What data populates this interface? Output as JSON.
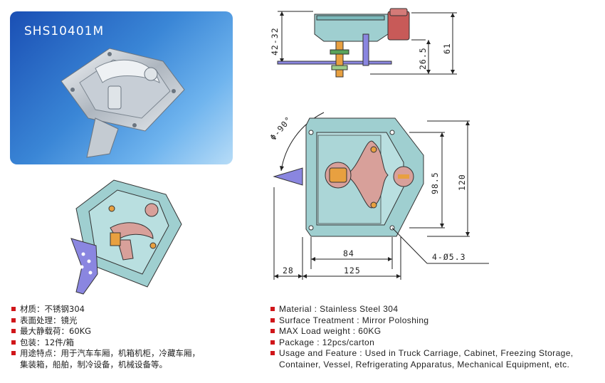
{
  "product": {
    "model": "SHS10401M"
  },
  "dimensions": {
    "side_height_top": "42-32",
    "side_inner": "26.5",
    "side_total": "61",
    "angle": "Φ-90°",
    "height_inner": "98.5",
    "height_total": "120",
    "width_inner": "84",
    "width_total": "125",
    "handle_offset": "28",
    "holes": "4-Ø5.3"
  },
  "specs_cn": [
    {
      "text": "材质：不锈钢304"
    },
    {
      "text": "表面处理：镜光"
    },
    {
      "text": "最大静载荷：60KG"
    },
    {
      "text": "包装：12件/箱"
    },
    {
      "text": "用途特点：用于汽车车厢，机箱机柜，冷藏车厢，",
      "cont": "集装箱，船舶，制冷设备，机械设备等。"
    }
  ],
  "specs_en": [
    {
      "text": "Material : Stainless Steel 304"
    },
    {
      "text": "Surface Treatment : Mirror Poloshing"
    },
    {
      "text": "MAX Load weight : 60KG"
    },
    {
      "text": "Package : 12pcs/carton"
    },
    {
      "text": "Usage and Feature : Used in Truck Carriage, Cabinet, Freezing Storage,",
      "cont": "Container, Vessel, Refrigerating Apparatus, Mechanical Equipment, etc."
    }
  ],
  "colors": {
    "accent": "#d0161a",
    "cad_body": "#9fcfd0",
    "cad_handle": "#d8a09a"
  }
}
